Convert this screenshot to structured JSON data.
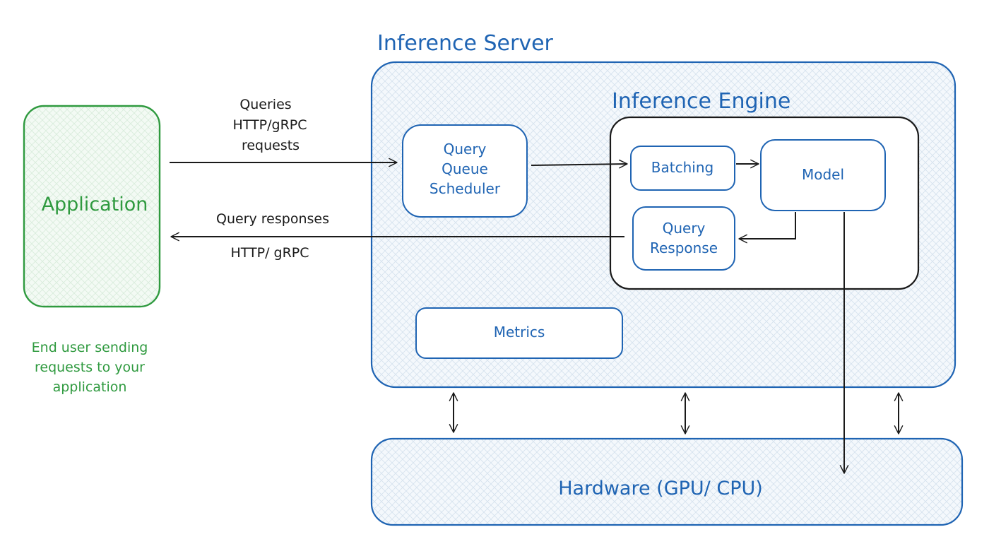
{
  "colors": {
    "blue": "#1f64b3",
    "green": "#2f9a3f",
    "black": "#1a1a1a",
    "blue_fill": "#eef5fb",
    "green_fill": "#eef8ef"
  },
  "inference_server": {
    "title": "Inference Server"
  },
  "inference_engine": {
    "title": "Inference Engine"
  },
  "application": {
    "label": "Application",
    "caption": [
      "End user sending",
      "requests to your",
      "application"
    ]
  },
  "queue": {
    "lines": [
      "Query",
      "Queue",
      "Scheduler"
    ]
  },
  "batching": {
    "label": "Batching"
  },
  "model": {
    "label": "Model"
  },
  "query_response": {
    "lines": [
      "Query",
      "Response"
    ]
  },
  "metrics": {
    "label": "Metrics"
  },
  "hardware": {
    "label": "Hardware (GPU/ CPU)"
  },
  "request_arrow": {
    "lines": [
      "Queries",
      "HTTP/gRPC",
      "requests"
    ]
  },
  "response_arrow": {
    "top": "Query responses",
    "bottom": "HTTP/ gRPC"
  }
}
